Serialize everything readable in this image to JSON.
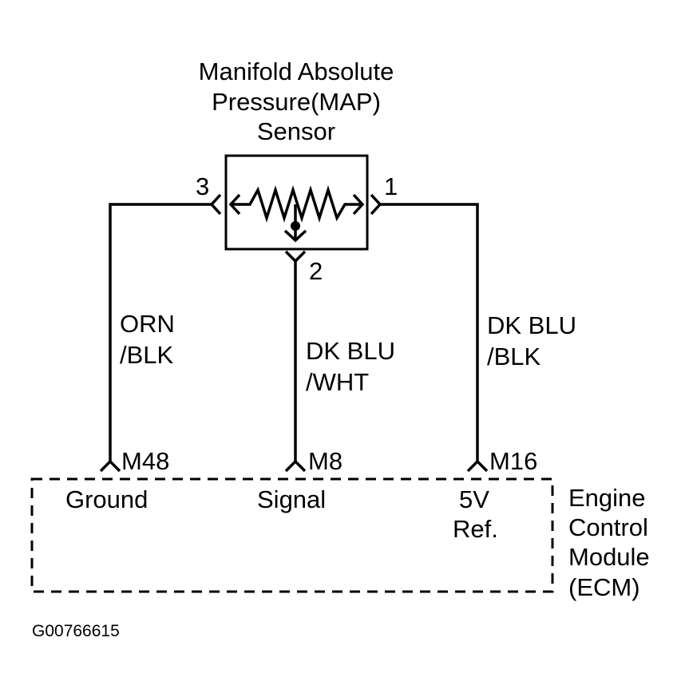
{
  "sensor": {
    "title_line1": "Manifold Absolute",
    "title_line2": "Pressure(MAP)",
    "title_line3": "Sensor",
    "pin1": "1",
    "pin2": "2",
    "pin3": "3"
  },
  "wires": {
    "left": {
      "line1": "ORN",
      "line2": "/BLK"
    },
    "center": {
      "line1": "DK BLU",
      "line2": "/WHT"
    },
    "right": {
      "line1": "DK BLU",
      "line2": "/BLK"
    }
  },
  "connectors": {
    "left": "M48",
    "center": "M8",
    "right": "M16"
  },
  "ecm": {
    "ground_label": "Ground",
    "signal_label": "Signal",
    "ref_line1": "5V",
    "ref_line2": "Ref.",
    "name_line1": "Engine",
    "name_line2": "Control",
    "name_line3": "Module",
    "name_line4": "(ECM)"
  },
  "figure_id": "G00766615"
}
